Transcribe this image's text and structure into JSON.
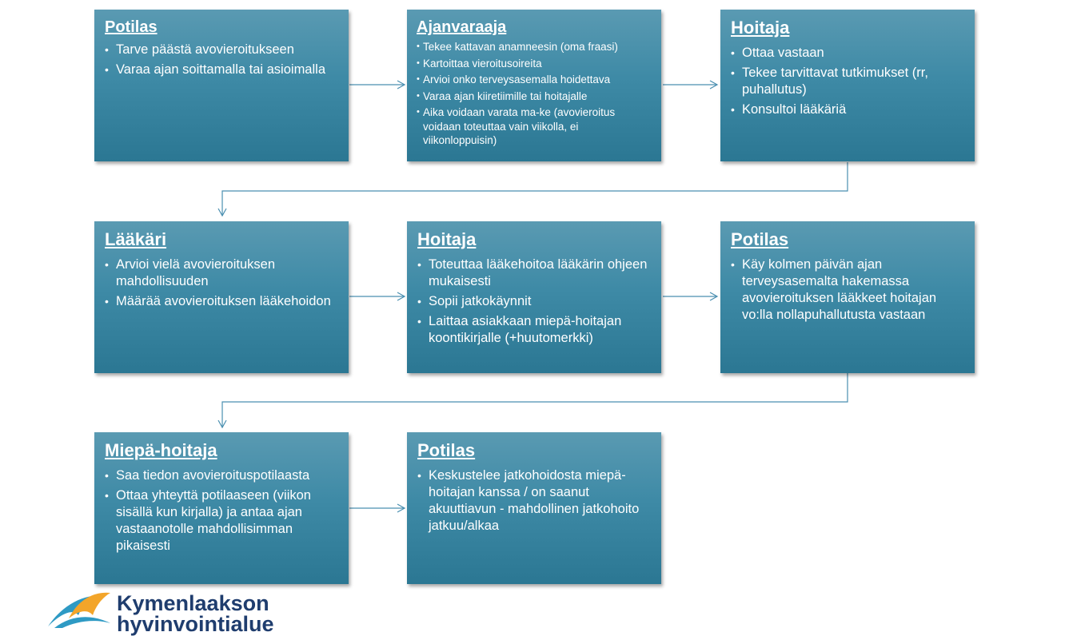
{
  "boxes": [
    {
      "title": "Potilas",
      "items": [
        "Tarve päästä avovieroitukseen",
        "Varaa ajan soittamalla tai asioimalla"
      ]
    },
    {
      "title": "Ajanvaraaja",
      "items": [
        "Tekee kattavan anamneesin (oma fraasi)",
        "Kartoittaa vieroitusoireita",
        "Arvioi onko terveysasemalla hoidettava",
        "Varaa ajan kiiretiimille tai hoitajalle",
        "Aika voidaan varata ma-ke (avovieroitus voidaan toteuttaa vain viikolla, ei viikonloppuisin)"
      ]
    },
    {
      "title": "Hoitaja",
      "items": [
        "Ottaa vastaan",
        "Tekee tarvittavat tutkimukset (rr, puhallutus)",
        "Konsultoi lääkäriä"
      ]
    },
    {
      "title": "Lääkäri",
      "items": [
        "Arvioi vielä avovieroituksen mahdollisuuden",
        "Määrää avovieroituksen lääkehoidon"
      ]
    },
    {
      "title": "Hoitaja",
      "items": [
        "Toteuttaa lääkehoitoa lääkärin ohjeen mukaisesti",
        "Sopii jatkokäynnit",
        "Laittaa asiakkaan miepä-hoitajan koontikirjalle (+huutomerkki)"
      ]
    },
    {
      "title": "Potilas",
      "items": [
        "Käy kolmen päivän ajan terveysasemalta hakemassa avovieroituksen lääkkeet hoitajan vo:lla nollapuhallutusta vastaan"
      ]
    },
    {
      "title": "Miepä-hoitaja",
      "items": [
        "Saa tiedon avovieroituspotilaasta",
        "Ottaa yhteyttä potilaaseen (viikon sisällä kun kirjalla) ja antaa ajan vastaanotolle mahdollisimman pikaisesti"
      ]
    },
    {
      "title": "Potilas",
      "items": [
        "Keskustelee jatkohoidosta miepä-hoitajan kanssa / on saanut akuuttiavun - mahdollinen jatkohoito jatkuu/alkaa"
      ]
    }
  ],
  "logo": {
    "line1": "Kymenlaakson",
    "line2": "hyvinvointialue"
  },
  "colors": {
    "box_top": "#5a9ab2",
    "box_bottom": "#2b7793",
    "arrow": "#4a8fb0",
    "logo_text": "#1f3d6e",
    "logo_orange": "#f3a52a",
    "logo_blue": "#2e9ac4"
  }
}
